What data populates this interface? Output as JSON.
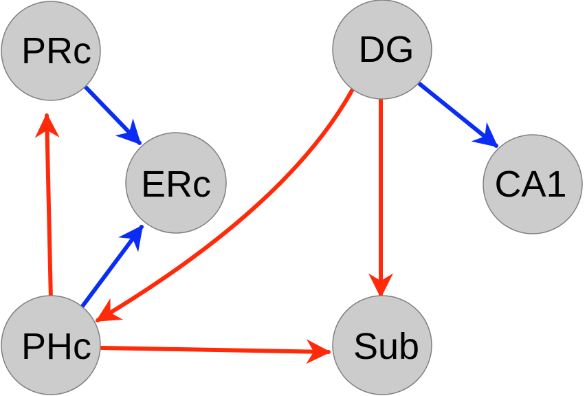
{
  "nodes": [
    {
      "id": "PRc",
      "label": "PRc"
    },
    {
      "id": "DG",
      "label": "DG"
    },
    {
      "id": "ERc",
      "label": "ERc"
    },
    {
      "id": "CA1",
      "label": "CA1"
    },
    {
      "id": "PHc",
      "label": "PHc"
    },
    {
      "id": "Sub",
      "label": "Sub"
    }
  ],
  "edges": [
    {
      "from": "PRc",
      "to": "ERc",
      "color": "blue"
    },
    {
      "from": "PHc",
      "to": "ERc",
      "color": "blue"
    },
    {
      "from": "DG",
      "to": "CA1",
      "color": "blue"
    },
    {
      "from": "PHc",
      "to": "PRc",
      "color": "red"
    },
    {
      "from": "DG",
      "to": "PHc",
      "color": "red"
    },
    {
      "from": "DG",
      "to": "Sub",
      "color": "red"
    },
    {
      "from": "PHc",
      "to": "Sub",
      "color": "red"
    }
  ],
  "colors": {
    "blue": "#0a2cf5",
    "red": "#ff2a0a",
    "node_fill": "#cccccc",
    "node_stroke": "#7f7f7f"
  }
}
